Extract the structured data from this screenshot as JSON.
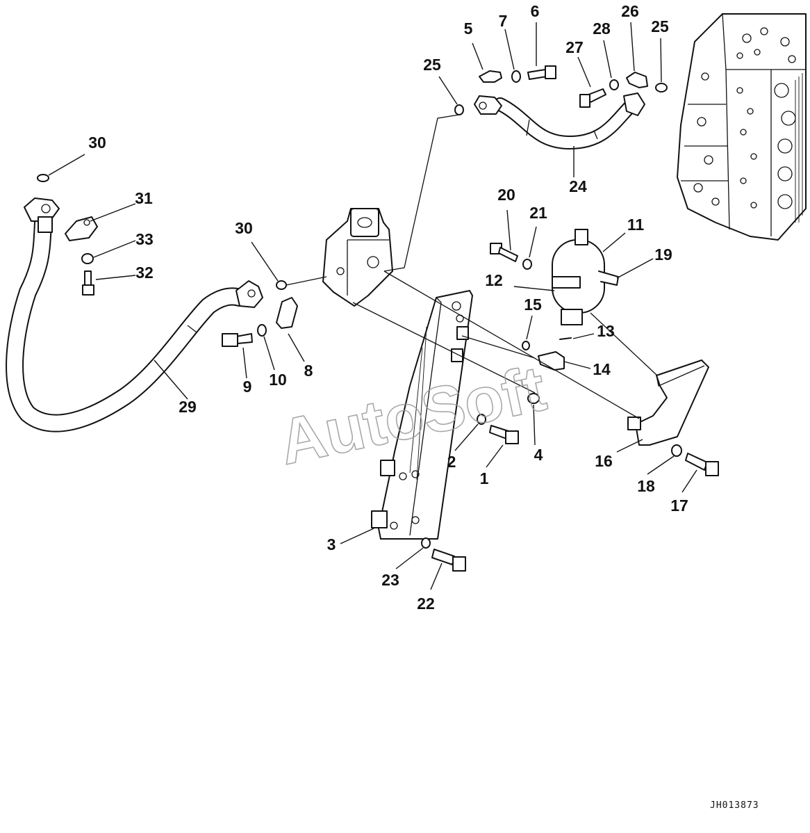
{
  "diagram": {
    "document_code": "JH013873",
    "watermark": "AutoSoft",
    "callouts": [
      {
        "id": "c1",
        "label": "1"
      },
      {
        "id": "c2",
        "label": "2"
      },
      {
        "id": "c3",
        "label": "3"
      },
      {
        "id": "c4",
        "label": "4"
      },
      {
        "id": "c5",
        "label": "5"
      },
      {
        "id": "c6",
        "label": "6"
      },
      {
        "id": "c7",
        "label": "7"
      },
      {
        "id": "c8",
        "label": "8"
      },
      {
        "id": "c9",
        "label": "9"
      },
      {
        "id": "c10",
        "label": "10"
      },
      {
        "id": "c11",
        "label": "11"
      },
      {
        "id": "c12",
        "label": "12"
      },
      {
        "id": "c13",
        "label": "13"
      },
      {
        "id": "c14",
        "label": "14"
      },
      {
        "id": "c15",
        "label": "15"
      },
      {
        "id": "c16",
        "label": "16"
      },
      {
        "id": "c17",
        "label": "17"
      },
      {
        "id": "c18",
        "label": "18"
      },
      {
        "id": "c19",
        "label": "19"
      },
      {
        "id": "c20",
        "label": "20"
      },
      {
        "id": "c21",
        "label": "21"
      },
      {
        "id": "c22",
        "label": "22"
      },
      {
        "id": "c23",
        "label": "23"
      },
      {
        "id": "c24",
        "label": "24"
      },
      {
        "id": "c25a",
        "label": "25"
      },
      {
        "id": "c25b",
        "label": "25"
      },
      {
        "id": "c26",
        "label": "26"
      },
      {
        "id": "c27",
        "label": "27"
      },
      {
        "id": "c28",
        "label": "28"
      },
      {
        "id": "c29",
        "label": "29"
      },
      {
        "id": "c30a",
        "label": "30"
      },
      {
        "id": "c30b",
        "label": "30"
      },
      {
        "id": "c31",
        "label": "31"
      },
      {
        "id": "c32",
        "label": "32"
      },
      {
        "id": "c33",
        "label": "33"
      }
    ]
  }
}
